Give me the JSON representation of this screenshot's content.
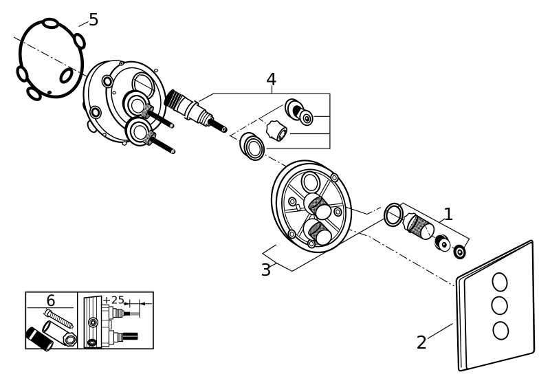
{
  "figure": {
    "background_color": "#ffffff",
    "line_color": "#000000",
    "highlight_gray": "#9a9a9a"
  },
  "callouts": {
    "part1": "1",
    "part2": "2",
    "part3": "3",
    "part4": "4",
    "part5": "5",
    "part6": "6"
  },
  "dimension": {
    "label": "+25"
  }
}
